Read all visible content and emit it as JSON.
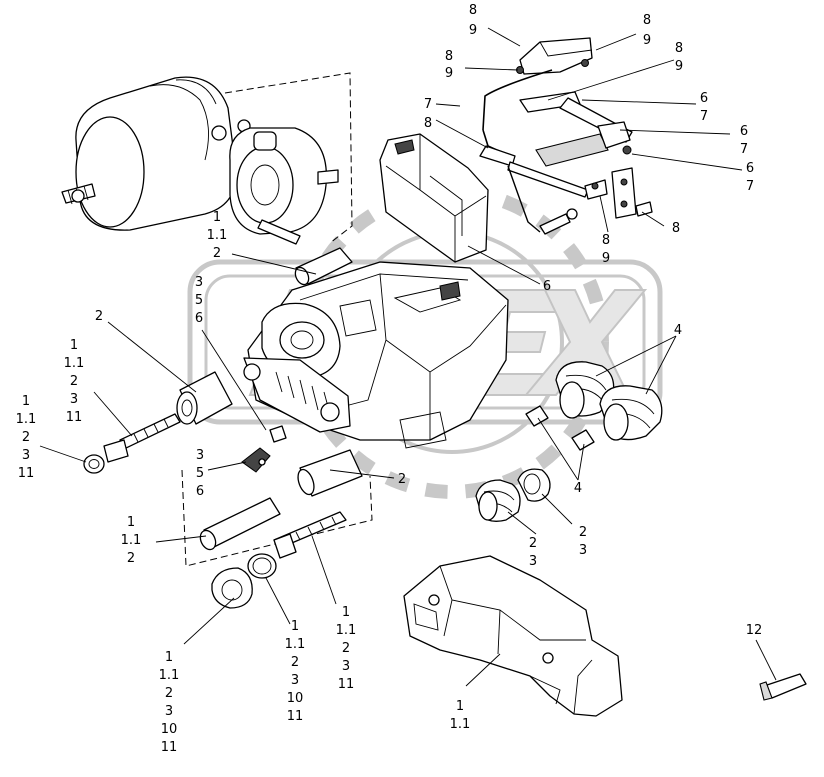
{
  "callouts": [
    {
      "id": "c-top-89-a",
      "lines": [
        "8",
        "9"
      ]
    },
    {
      "id": "c-top-89-b",
      "lines": [
        "8",
        "9"
      ]
    },
    {
      "id": "c-top-89-c",
      "lines": [
        "8",
        "9"
      ]
    },
    {
      "id": "c-top-89-d",
      "lines": [
        "8",
        "9"
      ]
    },
    {
      "id": "c-7",
      "lines": [
        "7"
      ]
    },
    {
      "id": "c-8-left",
      "lines": [
        "8"
      ]
    },
    {
      "id": "c-67-a",
      "lines": [
        "6",
        "7"
      ]
    },
    {
      "id": "c-67-b",
      "lines": [
        "6",
        "7"
      ]
    },
    {
      "id": "c-67-c",
      "lines": [
        "6",
        "7"
      ]
    },
    {
      "id": "c-8-right",
      "lines": [
        "8"
      ]
    },
    {
      "id": "c-89-lower",
      "lines": [
        "8",
        "9"
      ]
    },
    {
      "id": "c-6",
      "lines": [
        "6"
      ]
    },
    {
      "id": "c-1-11-2-top",
      "lines": [
        "1",
        "1.1",
        "2"
      ]
    },
    {
      "id": "c-356-top",
      "lines": [
        "3",
        "5",
        "6"
      ]
    },
    {
      "id": "c-2-left",
      "lines": [
        "2"
      ]
    },
    {
      "id": "c-1-11-2-3-11",
      "lines": [
        "1",
        "1.1",
        "2",
        "3",
        "11"
      ]
    },
    {
      "id": "c-1-11-2-3-11-far",
      "lines": [
        "1",
        "1.1",
        "2",
        "3",
        "11"
      ]
    },
    {
      "id": "c-356-mid",
      "lines": [
        "3",
        "5",
        "6"
      ]
    },
    {
      "id": "c-2-mid",
      "lines": [
        "2"
      ]
    },
    {
      "id": "c-4-top",
      "lines": [
        "4"
      ]
    },
    {
      "id": "c-4-mid",
      "lines": [
        "4"
      ]
    },
    {
      "id": "c-23-a",
      "lines": [
        "2",
        "3"
      ]
    },
    {
      "id": "c-23-b",
      "lines": [
        "2",
        "3"
      ]
    },
    {
      "id": "c-1-11-2-lower",
      "lines": [
        "1",
        "1.1",
        "2"
      ]
    },
    {
      "id": "c-1-11-2-3-11-bolt",
      "lines": [
        "1",
        "1.1",
        "2",
        "3",
        "11"
      ]
    },
    {
      "id": "c-ring-stack",
      "lines": [
        "1",
        "1.1",
        "2",
        "3",
        "10",
        "11"
      ]
    },
    {
      "id": "c-bush-stack",
      "lines": [
        "1",
        "1.1",
        "2",
        "3",
        "10",
        "11"
      ]
    },
    {
      "id": "c-carrier",
      "lines": [
        "1",
        "1.1"
      ]
    },
    {
      "id": "c-12",
      "lines": [
        "12"
      ]
    }
  ]
}
